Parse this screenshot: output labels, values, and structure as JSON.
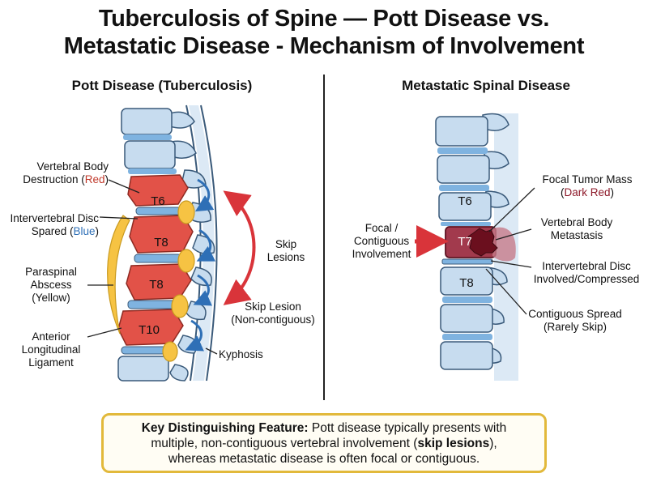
{
  "title": {
    "line1": "Tuberculosis of Spine — Pott Disease vs.",
    "line2": "Metastatic Disease - Mechanism of Involvement"
  },
  "left_panel": {
    "title": "Pott Disease (Tuberculosis)",
    "vertebra_labels": [
      "T6",
      "T8",
      "T8",
      "T10"
    ],
    "labels": {
      "destruction_1": "Vertebral Body",
      "destruction_2a": "Destruction (",
      "destruction_color": "Red",
      "destruction_2b": ")",
      "disc_1": "Intervertebral Disc",
      "disc_2a": "Spared (",
      "disc_color": "Blue",
      "disc_2b": ")",
      "abscess_1": "Paraspinal",
      "abscess_2": "Abscess",
      "abscess_3": "(Yellow)",
      "ligament_1": "Anterior",
      "ligament_2": "Longitudinal",
      "ligament_3": "Ligament",
      "skip_1": "Skip",
      "skip_2": "Lesions",
      "skip_nc_1": "Skip Lesion",
      "skip_nc_2": "(Non-contiguous)",
      "kyphosis": "Kyphosis"
    }
  },
  "right_panel": {
    "title": "Metastatic Spinal Disease",
    "vertebra_labels": [
      "T6",
      "T7",
      "T8"
    ],
    "labels": {
      "focal_1": "Focal /",
      "focal_2": "Contiguous",
      "focal_3": "Involvement",
      "mass_1": "Focal Tumor Mass",
      "mass_2a": "(",
      "mass_color": "Dark Red",
      "mass_2b": ")",
      "meta_1": "Vertebral Body",
      "meta_2": "Metastasis",
      "disc_1": "Intervertebral Disc",
      "disc_2": "Involved/Compressed",
      "spread_1": "Contiguous Spread",
      "spread_2": "(Rarely Skip)"
    }
  },
  "key_feature": {
    "heading": "Key Distinguishing Feature:",
    "text1": " Pott disease typically presents with",
    "text2a": "multiple, non-contiguous vertebral involvement (",
    "text2b": "skip lesions",
    "text2c": "),",
    "text3": "whereas metastatic disease is often focal or contiguous."
  },
  "colors": {
    "bone": "#c7dcef",
    "bone_outline": "#3a5a7a",
    "destruction": "#e25248",
    "disc_spared": "#7fb3e0",
    "abscess": "#f6c343",
    "tumor": "#8e1a2a",
    "metastasis_body": "#a23a4d",
    "arrow_red": "#d9343a",
    "arrow_blue": "#2e6fb6",
    "key_border": "#e2b93b"
  }
}
